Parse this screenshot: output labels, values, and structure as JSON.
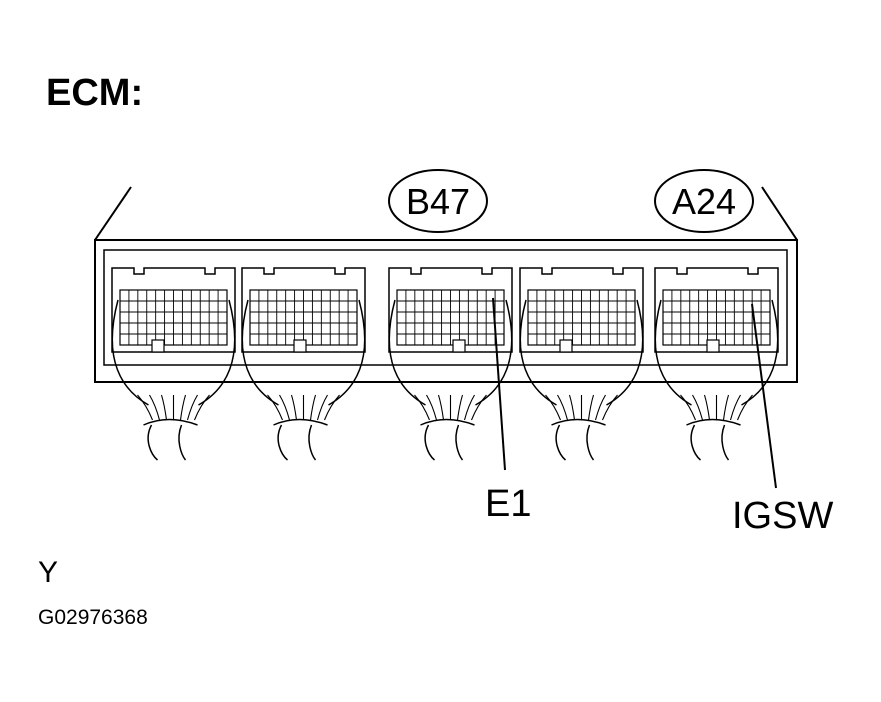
{
  "title": "ECM:",
  "connectors": [
    {
      "id": "B47"
    },
    {
      "id": "A24"
    }
  ],
  "terminals": [
    {
      "name": "E1",
      "connector": "B47"
    },
    {
      "name": "IGSW",
      "connector": "A24"
    }
  ],
  "footer": {
    "view_mark": "Y",
    "figure_code": "G02976368"
  },
  "colors": {
    "line": "#000000",
    "background": "#ffffff"
  }
}
